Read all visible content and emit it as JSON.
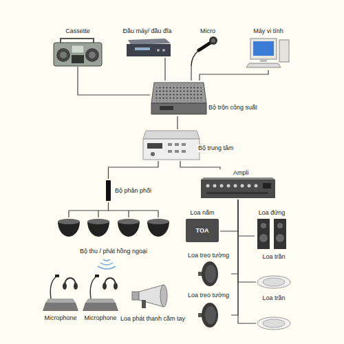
{
  "diagram": {
    "nodes": [
      {
        "text": [
          "Cassette"
        ]
      },
      {
        "text": [
          "Đầu máy/ đầu đĩa"
        ]
      },
      {
        "text": [
          "Micro"
        ]
      },
      {
        "text": [
          "Máy vi tính"
        ]
      },
      {
        "text": [
          "Bộ trộn công suất"
        ]
      },
      {
        "text": [
          "Bộ trung tâm"
        ]
      },
      {
        "text": [
          "Ampli"
        ]
      },
      {
        "text": [
          "Bộ phân phối"
        ]
      },
      {
        "text": [
          "Bộ thu / phát hồng ngoại"
        ]
      },
      {
        "text": [
          "Microphone"
        ]
      },
      {
        "text": [
          "Microphone"
        ]
      },
      {
        "text": [
          "Loa phát thanh cầm tay"
        ]
      },
      {
        "text": [
          "Loa nấm"
        ]
      },
      {
        "text": [
          "Loa đứng"
        ]
      },
      {
        "text": [
          "Loa treo tường"
        ]
      },
      {
        "text": [
          "Loa trần"
        ]
      },
      {
        "text": [
          "Loa treo tường"
        ]
      },
      {
        "text": [
          "Loa trần"
        ]
      }
    ],
    "edges": [
      {
        "from": 0,
        "to": 4,
        "arrow": "none"
      },
      {
        "from": 1,
        "to": 4,
        "arrow": "none"
      },
      {
        "from": 2,
        "to": 4,
        "arrow": "none"
      },
      {
        "from": 3,
        "to": 4,
        "arrow": "none"
      },
      {
        "from": 4,
        "to": 5,
        "arrow": "none"
      },
      {
        "from": 5,
        "to": 7,
        "arrow": "none"
      },
      {
        "from": 5,
        "to": 6,
        "arrow": "none"
      },
      {
        "from": 7,
        "to": 8,
        "arrow": "none"
      },
      {
        "from": 6,
        "to": 12,
        "arrow": "none"
      },
      {
        "from": 6,
        "to": 13,
        "arrow": "none"
      },
      {
        "from": 6,
        "to": 14,
        "arrow": "none"
      },
      {
        "from": 6,
        "to": 15,
        "arrow": "none"
      },
      {
        "from": 6,
        "to": 16,
        "arrow": "none"
      },
      {
        "from": 6,
        "to": 17,
        "arrow": "none"
      }
    ],
    "labels": [
      "TOA"
    ]
  }
}
